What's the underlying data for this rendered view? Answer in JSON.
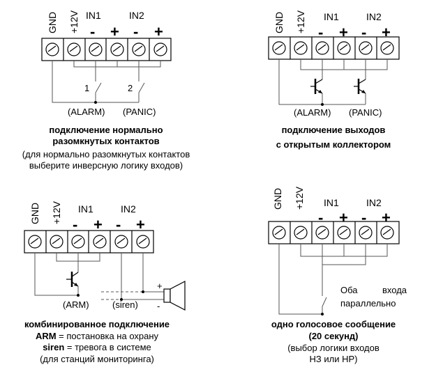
{
  "terminal_labels": {
    "gnd": "GND",
    "v12": "+12V",
    "in1": "IN1",
    "in2": "IN2",
    "minus": "-",
    "plus": "+"
  },
  "panels": {
    "nc": {
      "switch1_num": "1",
      "switch2_num": "2",
      "alarm": "(ALARM)",
      "panic": "(PANIC)",
      "caption_line1": "подключение нормально",
      "caption_line2": "разомкнутых контактов",
      "caption_line3": "(для нормально разомкнутых контактов",
      "caption_line4": "выберите инверсную логику входов)"
    },
    "oc": {
      "alarm": "(ALARM)",
      "panic": "(PANIC)",
      "caption_line1": "подключение выходов",
      "caption_line2": "с открытым коллектором"
    },
    "combined": {
      "arm": "(ARM)",
      "siren": "(siren)",
      "speaker_plus": "+",
      "speaker_minus": "-",
      "caption_line1": "комбинированное подключение",
      "arm_key": "ARM",
      "arm_desc": " = постановка на охрану",
      "siren_key": "siren",
      "siren_desc": " = тревога в системе",
      "caption_line4": "(для станций мониторинга)"
    },
    "voice": {
      "note_word1": "Оба",
      "note_word2": "входа",
      "note_line2": "параллельно",
      "caption_line1": "одно голосовое сообщение",
      "caption_line2": "(20 секунд)",
      "caption_line3": "(выбор логики входов",
      "caption_line4": "НЗ или НР)"
    }
  }
}
